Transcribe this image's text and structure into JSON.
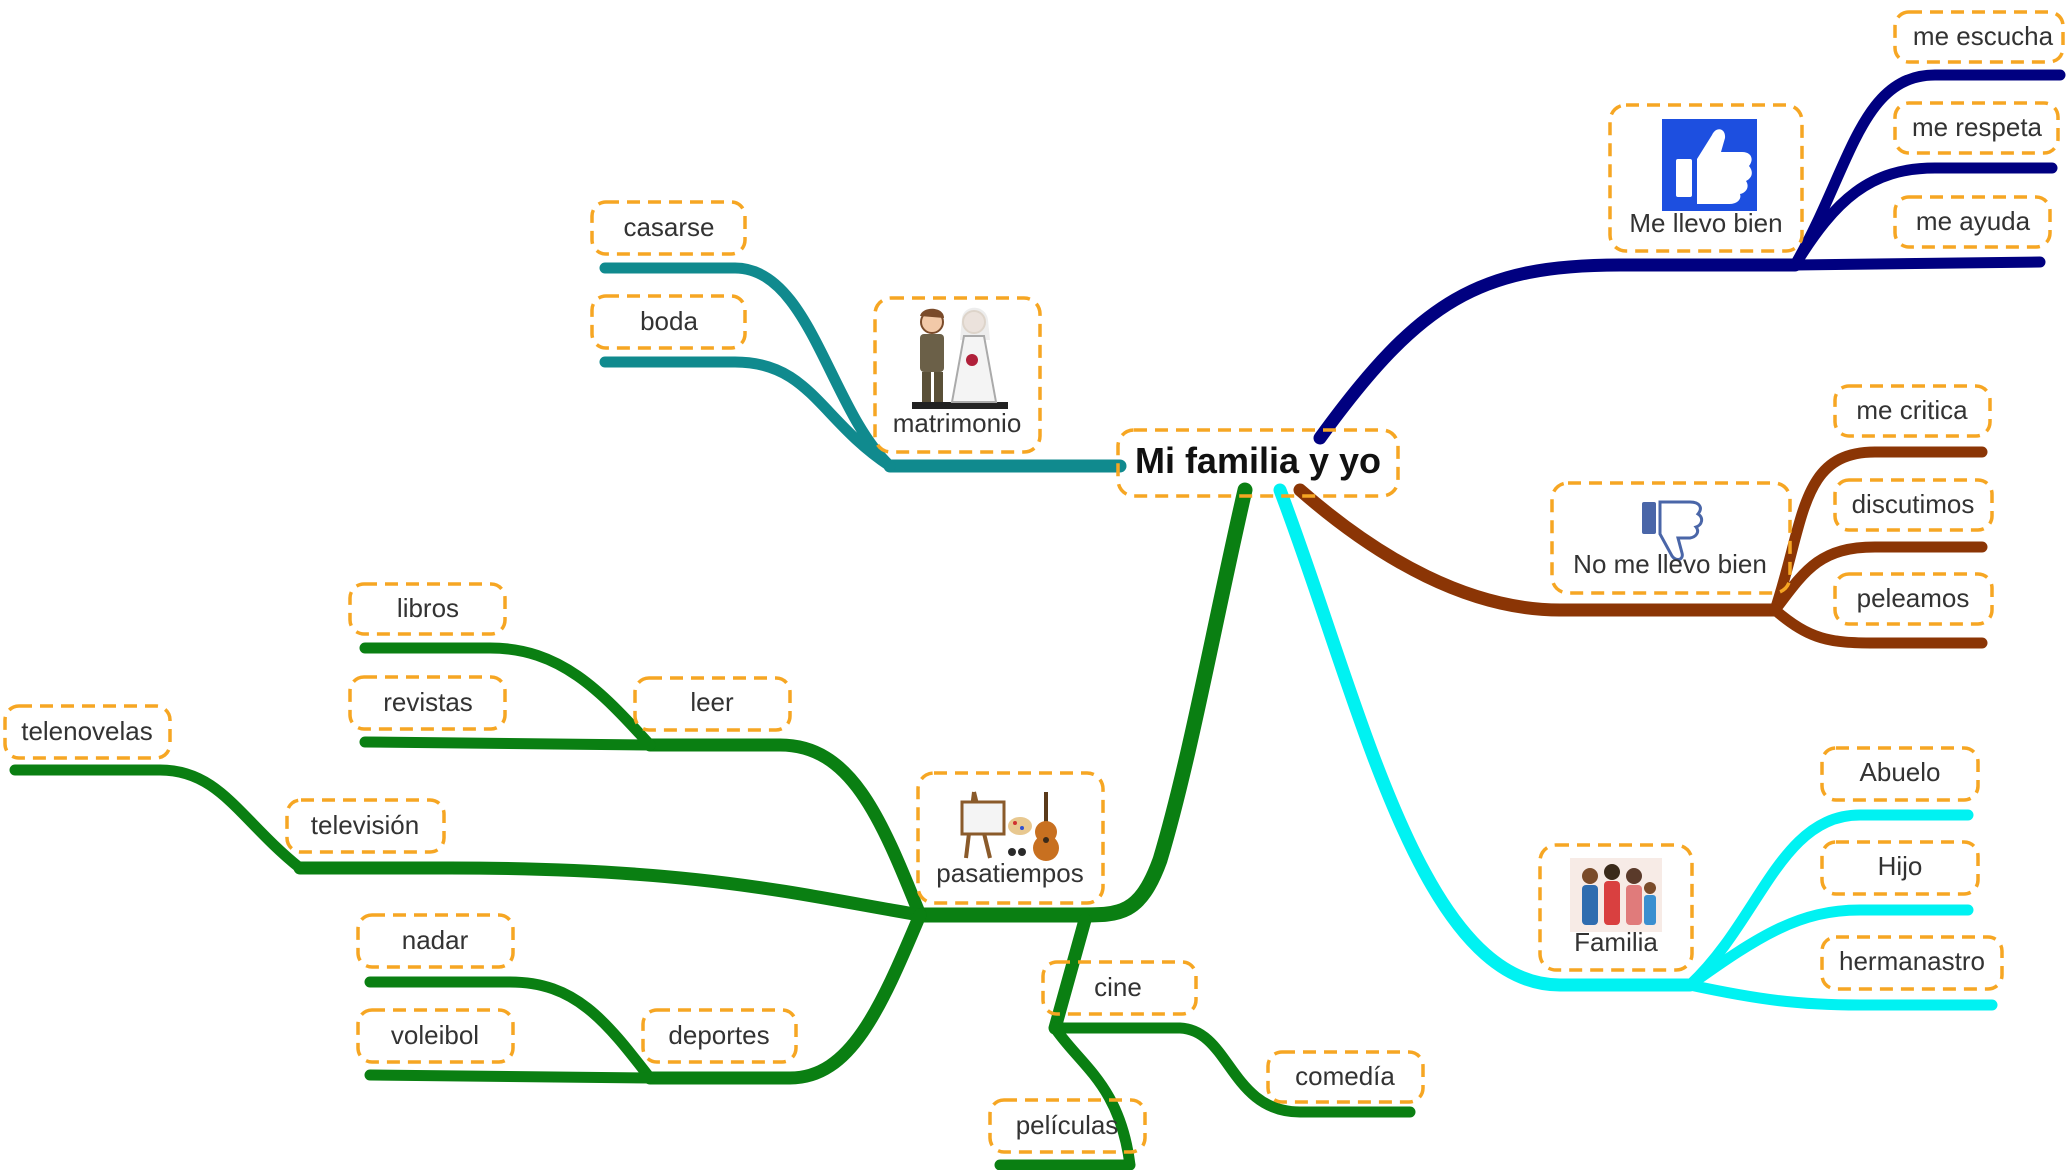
{
  "central_topic": "Mi familia y yo",
  "colors": {
    "frame": "#f6a623",
    "navy": "#000080",
    "brown": "#8b3505",
    "teal": "#108a8e",
    "cyan": "#00f2f2",
    "green": "#0a7f12"
  },
  "topics": {
    "me_llevo_bien": {
      "label": "Me llevo bien",
      "icon": "thumbs-up-icon",
      "children": [
        "me escucha",
        "me respeta",
        "me ayuda"
      ]
    },
    "no_me_llevo_bien": {
      "label": "No me llevo bien",
      "icon": "thumbs-down-icon",
      "children": [
        "me critica",
        "discutimos",
        "peleamos"
      ]
    },
    "matrimonio": {
      "label": "matrimonio",
      "icon": "bride-groom-icon",
      "children": [
        "casarse",
        "boda"
      ]
    },
    "familia": {
      "label": "Familia",
      "icon": "family-group-icon",
      "children": [
        "Abuelo",
        "Hijo",
        "hermanastro"
      ]
    },
    "pasatiempos": {
      "label": "pasatiempos",
      "icon": "easel-guitar-icon",
      "leer": {
        "label": "leer",
        "children": [
          "libros",
          "revistas"
        ]
      },
      "television": {
        "label": "televisión",
        "children": [
          "telenovelas"
        ]
      },
      "deportes": {
        "label": "deportes",
        "children": [
          "nadar",
          "voleibol"
        ]
      },
      "cine": {
        "label": "cine",
        "children": [
          "comedía",
          "películas"
        ]
      }
    }
  }
}
